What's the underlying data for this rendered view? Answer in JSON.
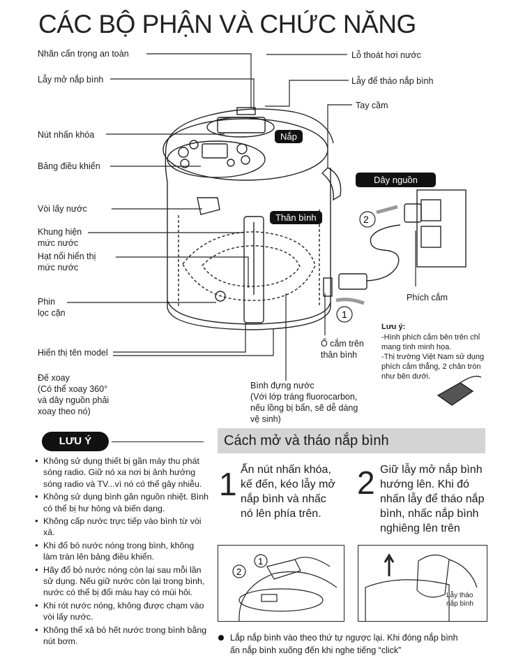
{
  "title": "CÁC BỘ PHẬN VÀ CHỨC NĂNG",
  "labels_left": [
    "Nhãn cẩn trọng an toàn",
    "Lẫy mở nắp bình",
    "Nút nhấn khóa",
    "Bảng điều khiển",
    "Vòi lấy nước",
    "Khung hiện",
    "mức nước",
    "Hạt nổi hiển thị",
    "mức nước",
    "Phin",
    "lọc cặn",
    "Hiển thị tên model",
    "Đế xoay",
    "(Có thể xoay 360°",
    "và dây nguồn phải",
    "xoay theo nó)"
  ],
  "labels_right": {
    "steam_vent": "Lỗ thoát hơi nước",
    "lid_release": "Lẫy để tháo nắp bình",
    "handle": "Tay cầm",
    "plug": "Phích cắm",
    "socket_1": "Ổ cắm trên",
    "socket_2": "thân bình",
    "container_1": "Bình đựng nước",
    "container_2": "(Với lớp tráng fluorocarbon,",
    "container_3": "nếu lồng bị bẩn, sẽ dễ dàng",
    "container_4": "vệ sinh)"
  },
  "tags": {
    "lid": "Nắp",
    "body": "Thân bình",
    "cord": "Dây nguồn"
  },
  "step_markers": {
    "one": "1",
    "two": "2"
  },
  "plug_note": {
    "title": "Lưu ý:",
    "lines": [
      "-Hình phích cắm bên trên chỉ",
      "mang tính minh họa.",
      "-Thị trường Việt Nam sử dụng",
      "phích cắm thẳng, 2 chân tròn",
      "như bên dưới."
    ]
  },
  "notes": {
    "badge": "LƯU Ý",
    "items": [
      "Không sử dụng thiết bị gần máy thu phát sóng radio. Giữ nó xa nơi bị ảnh hưởng sóng radio và TV...vì nó có thể gây nhiễu.",
      "Không sử dụng bình gần nguồn nhiệt. Bình có thể bị hư hỏng và biến dạng.",
      "Không cấp nước trực tiếp vào bình từ vòi xả.",
      "Khi đổ bỏ nước nóng trong bình, không làm tràn lên bảng điều khiển.",
      "Hãy đổ bỏ nước nóng còn lại sau mỗi lần sử dụng. Nếu giữ nước còn lại trong bình, nước có thể bị đổi màu hay có mùi hôi.",
      "Khi rót nước nóng, không được chạm vào vòi lấy nước.",
      "Không thể xả bỏ hết nước trong bình bằng nút bơm."
    ]
  },
  "howto": {
    "heading": "Cách mở và tháo nắp bình",
    "step1_num": "1",
    "step1_text": [
      "Ấn nút nhấn khóa,",
      "kế đến, kéo lẫy mở",
      "nắp bình và nhấc",
      "nó lên phía trên."
    ],
    "step2_num": "2",
    "step2_text": [
      "Giữ lẫy mở nắp bình",
      "hướng lên. Khi đó",
      "nhấn lẫy để tháo nắp",
      "bình, nhấc nắp bình",
      "nghiêng lên trên"
    ],
    "fig2_label": [
      "Lẫy tháo",
      "nắp bình"
    ],
    "footer": [
      "Lắp nắp bình vào theo thứ tự ngược lại. Khi đóng nắp bình",
      "ấn nắp bình xuống đến khi nghe tiếng “click”"
    ]
  }
}
